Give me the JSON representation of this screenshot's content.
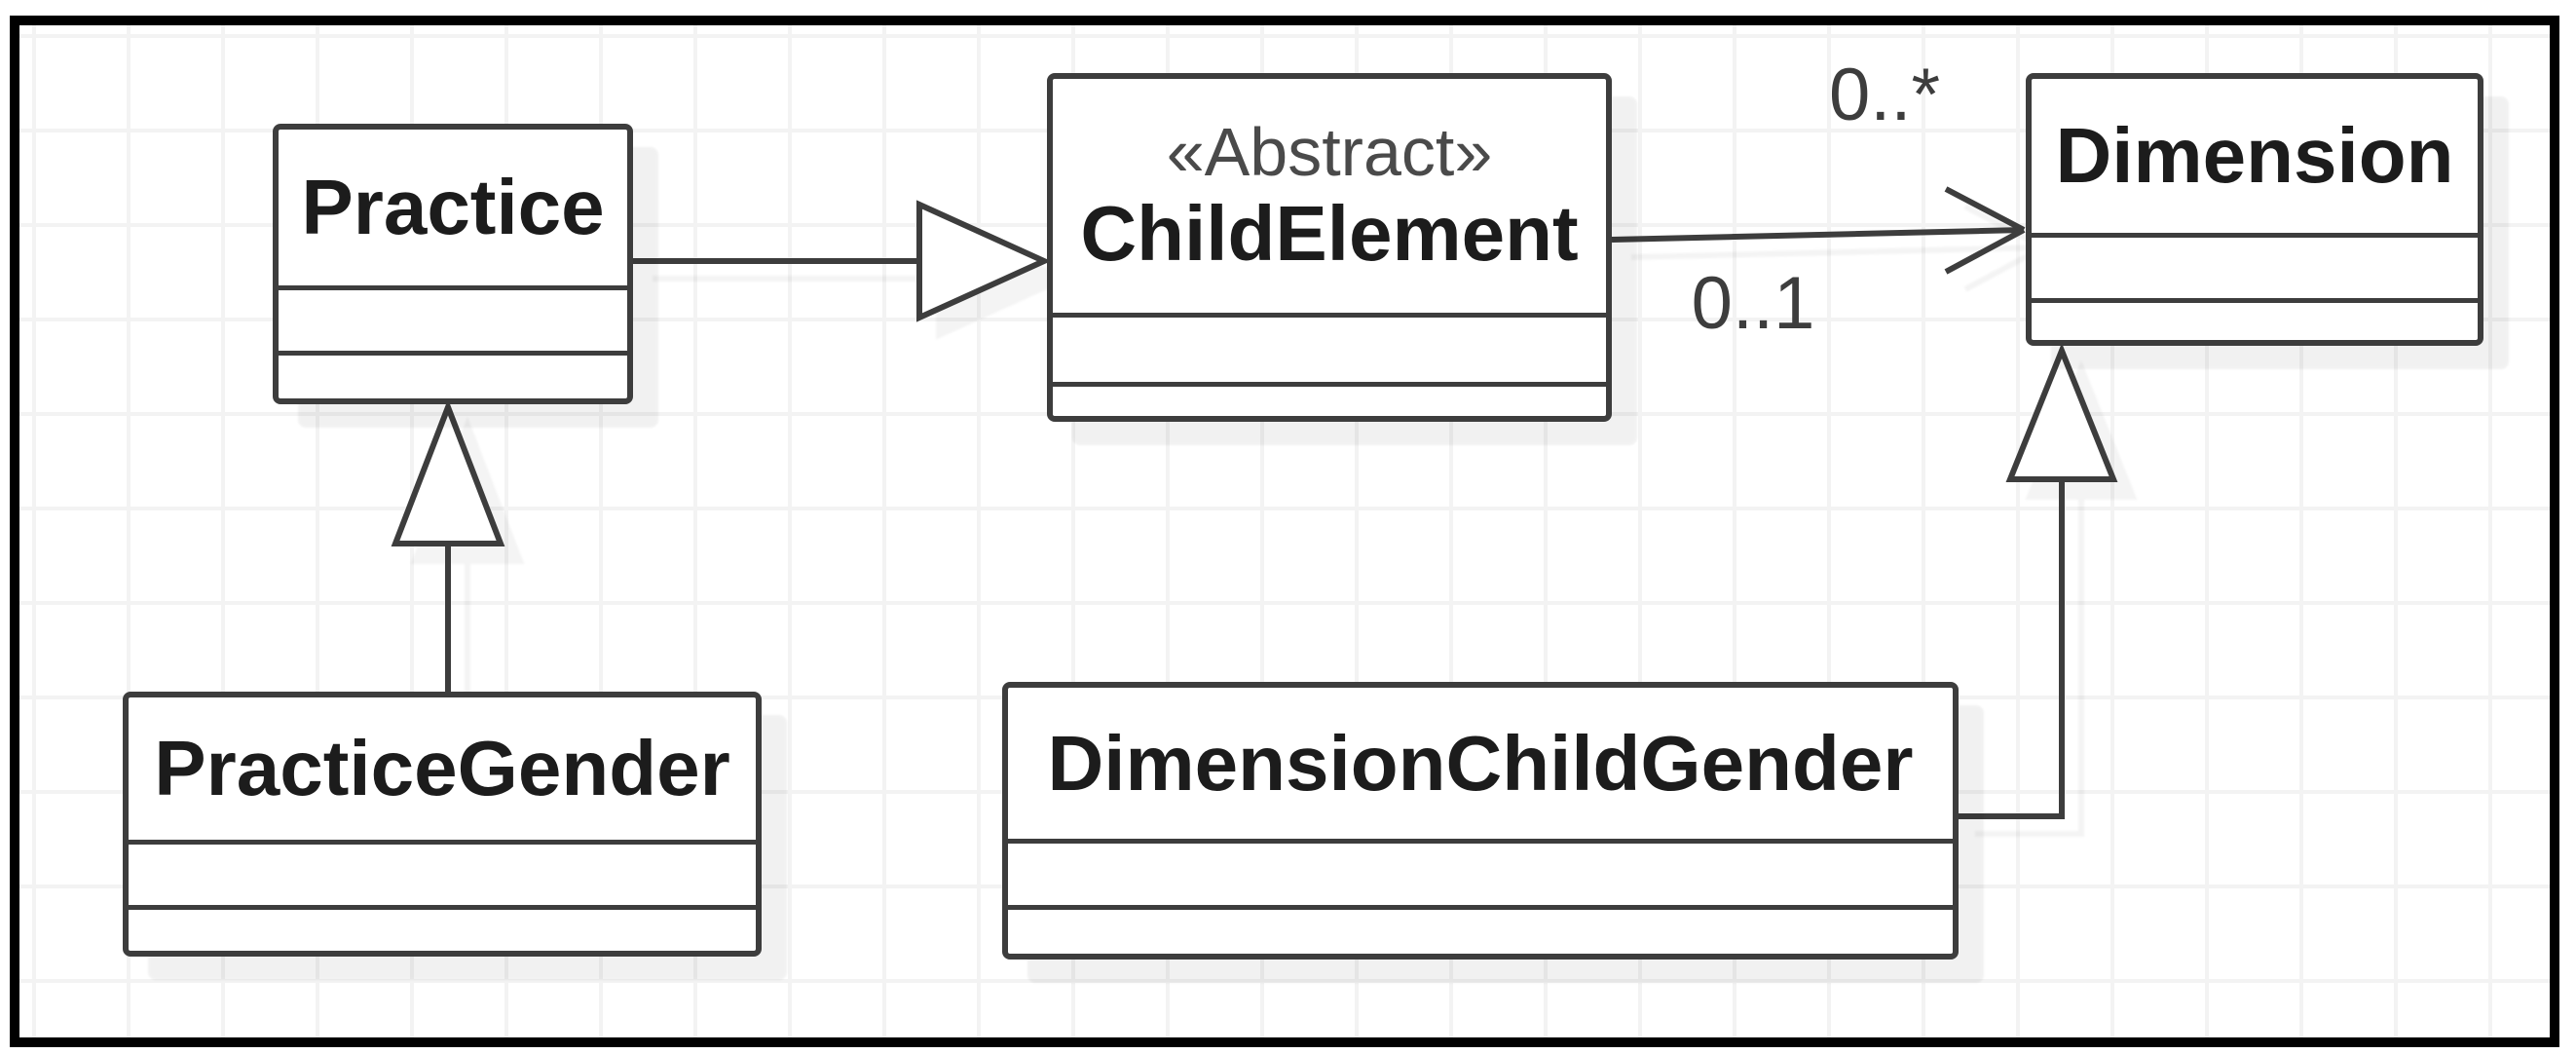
{
  "diagram": {
    "kind": "uml-class-diagram",
    "classes": [
      {
        "name": "Practice",
        "stereotype": ""
      },
      {
        "name": "ChildElement",
        "stereotype": "«Abstract»"
      },
      {
        "name": "Dimension",
        "stereotype": ""
      },
      {
        "name": "PracticeGender",
        "stereotype": ""
      },
      {
        "name": "DimensionChildGender",
        "stereotype": ""
      }
    ],
    "edges": [
      {
        "type": "generalization",
        "from": "Practice",
        "to": "ChildElement"
      },
      {
        "type": "association",
        "from": "ChildElement",
        "to": "Dimension",
        "labels": [
          "0..*",
          "0..1"
        ]
      },
      {
        "type": "generalization",
        "from": "PracticeGender",
        "to": "Practice"
      },
      {
        "type": "generalization",
        "from": "DimensionChildGender",
        "to": "Dimension"
      }
    ],
    "colors": {
      "frame": "#000000",
      "canvas": "#ffffff",
      "grid_line": "#f3f3f3",
      "box_fill": "#ffffff",
      "box_border": "#3d3d3d",
      "class_name_text": "#1c1c1c",
      "stereotype_text": "#4a4a4a",
      "edge_stroke": "#3d3d3d",
      "multiplicity_text": "#3d3d3d"
    }
  }
}
